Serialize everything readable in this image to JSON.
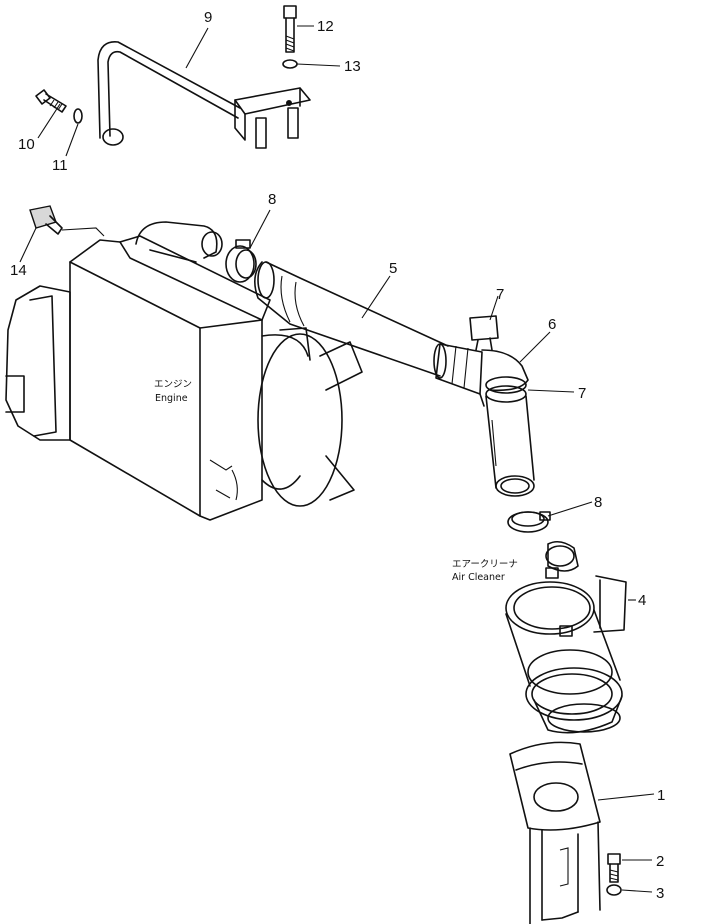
{
  "callouts": {
    "c1": "1",
    "c2": "2",
    "c3": "3",
    "c4": "4",
    "c5": "5",
    "c6": "6",
    "c7a": "7",
    "c7b": "7",
    "c8a": "8",
    "c8b": "8",
    "c9": "9",
    "c10": "10",
    "c11": "11",
    "c12": "12",
    "c13": "13",
    "c14": "14"
  },
  "labels": {
    "engine_jp": "エンジン",
    "engine_en": "Engine",
    "air_cleaner_jp": "エアークリーナ",
    "air_cleaner_en": "Air  Cleaner"
  }
}
